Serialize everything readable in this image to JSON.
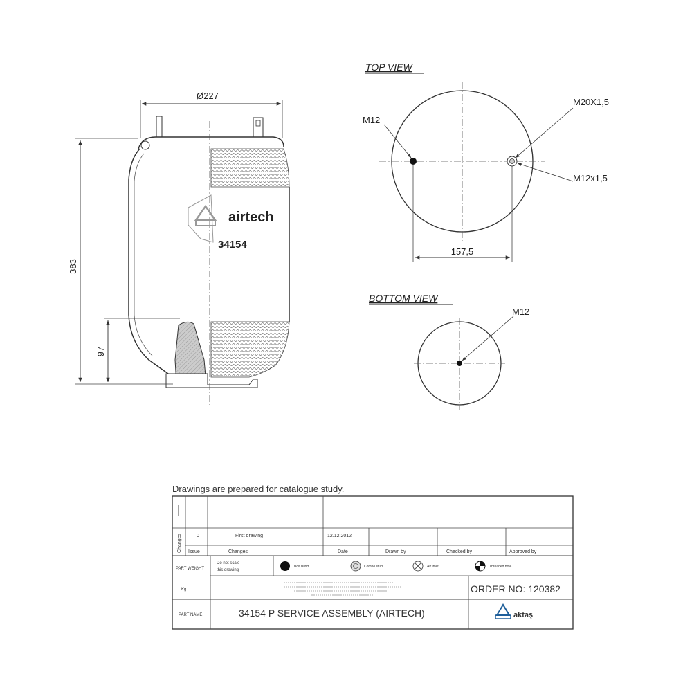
{
  "side_view": {
    "dia_label": "Ø227",
    "height_label": "383",
    "lower_label": "97",
    "brand": "airtech",
    "part_number": "34154"
  },
  "top_view": {
    "title": "TOP VIEW",
    "left_hole": "M12",
    "right_top": "M20X1,5",
    "right_bottom": "M12x1,5",
    "spacing": "157,5"
  },
  "bottom_view": {
    "title": "BOTTOM VIEW",
    "hole": "M12"
  },
  "title_block": {
    "note": "Drawings are  prepared for  catalogue study.",
    "changes_label": "Changes",
    "issue_no": "0",
    "issue_desc": "First drawing",
    "issue_date": "12.12.2012",
    "headers": {
      "issue": "Issue",
      "changes": "Changes",
      "date": "Date",
      "drawn_by": "Drawn by",
      "checked_by": "Checked by",
      "approved_by": "Approved by"
    },
    "part_weight": "PART WEIGHT",
    "kg": "...Kg",
    "do_not_scale": "Do not scale",
    "this_drawing": "this drawing",
    "legend": {
      "blind_bolt": "Bolt Blind",
      "combo_stud": "Combo stud",
      "air_inlet": "Air inlet",
      "threaded_hole": "Threaded hole"
    },
    "order_no": "ORDER NO: 120382",
    "part_name_label": "PART NAME",
    "part_name": "34154 P SERVICE ASSEMBLY (AIRTECH)",
    "company": "aktaş"
  }
}
